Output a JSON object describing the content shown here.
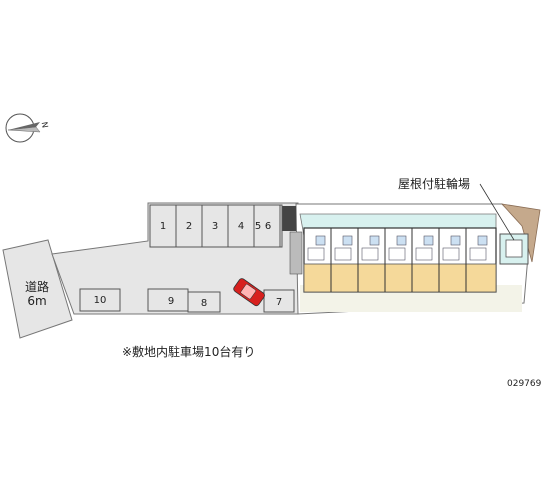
{
  "road": {
    "label_line1": "道路",
    "label_line2": "6m"
  },
  "bicycle_parking_label": "屋根付駐輪場",
  "parking_note": "※敷地内駐車場10台有り",
  "map_code": "029769",
  "parking_spaces": [
    "1",
    "2",
    "3",
    "4",
    "5",
    "6",
    "7",
    "8",
    "9",
    "10"
  ],
  "compass": {
    "north_label": "N"
  },
  "colors": {
    "lot": "#e6e6e6",
    "building": "#f5d99a",
    "corridor": "#d8f1ef",
    "outline": "#777777",
    "car": "#d7201e",
    "slope": "#c5a98c"
  }
}
